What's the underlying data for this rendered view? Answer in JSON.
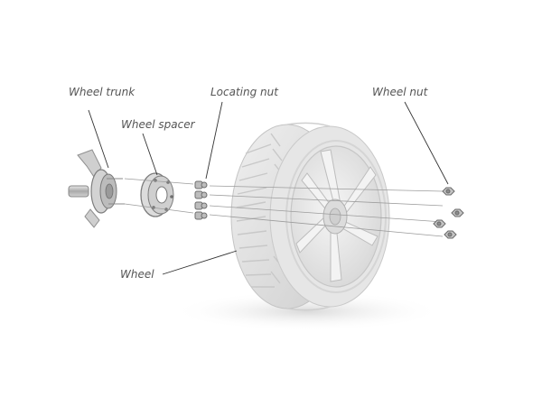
{
  "diagram": {
    "labels": {
      "wheel_trunk": "Wheel trunk",
      "wheel_spacer": "Wheel spacer",
      "locating_nut": "Locating nut",
      "wheel_nut": "Wheel nut",
      "wheel": "Wheel"
    },
    "colors": {
      "label_text": "#555555",
      "leader_line": "#333333",
      "tire_dark": "#d2d2d2",
      "tire_light": "#ececec",
      "rim": "#e4e4e4",
      "metal": "#b8b8b8"
    }
  }
}
